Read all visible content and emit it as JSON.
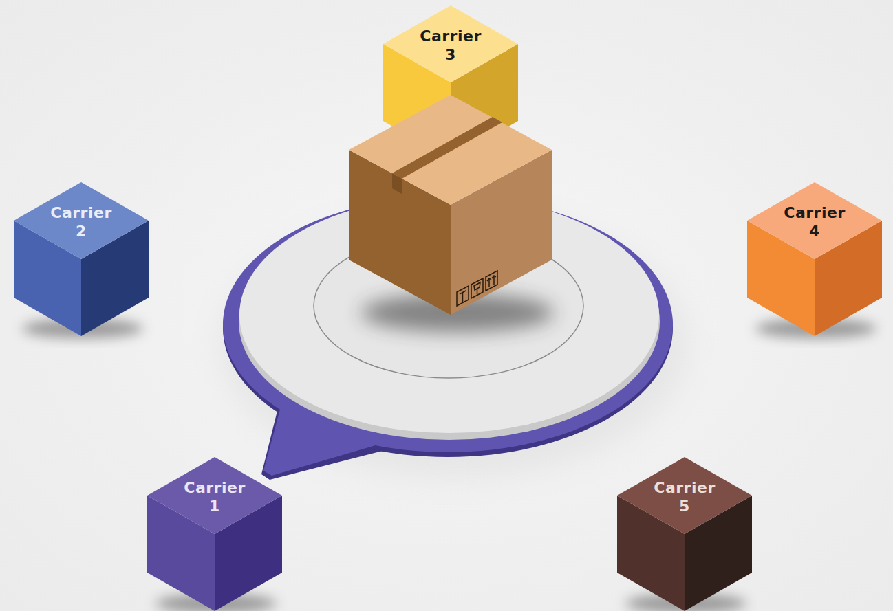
{
  "diagram": {
    "nodes": [
      {
        "text": [
          "Carrier 3"
        ]
      },
      {
        "text": [
          "Carrier 2"
        ]
      },
      {
        "text": [
          "Carrier 4"
        ]
      },
      {
        "text": [
          "Carrier 1"
        ]
      },
      {
        "text": [
          "Carrier 5"
        ]
      }
    ]
  }
}
